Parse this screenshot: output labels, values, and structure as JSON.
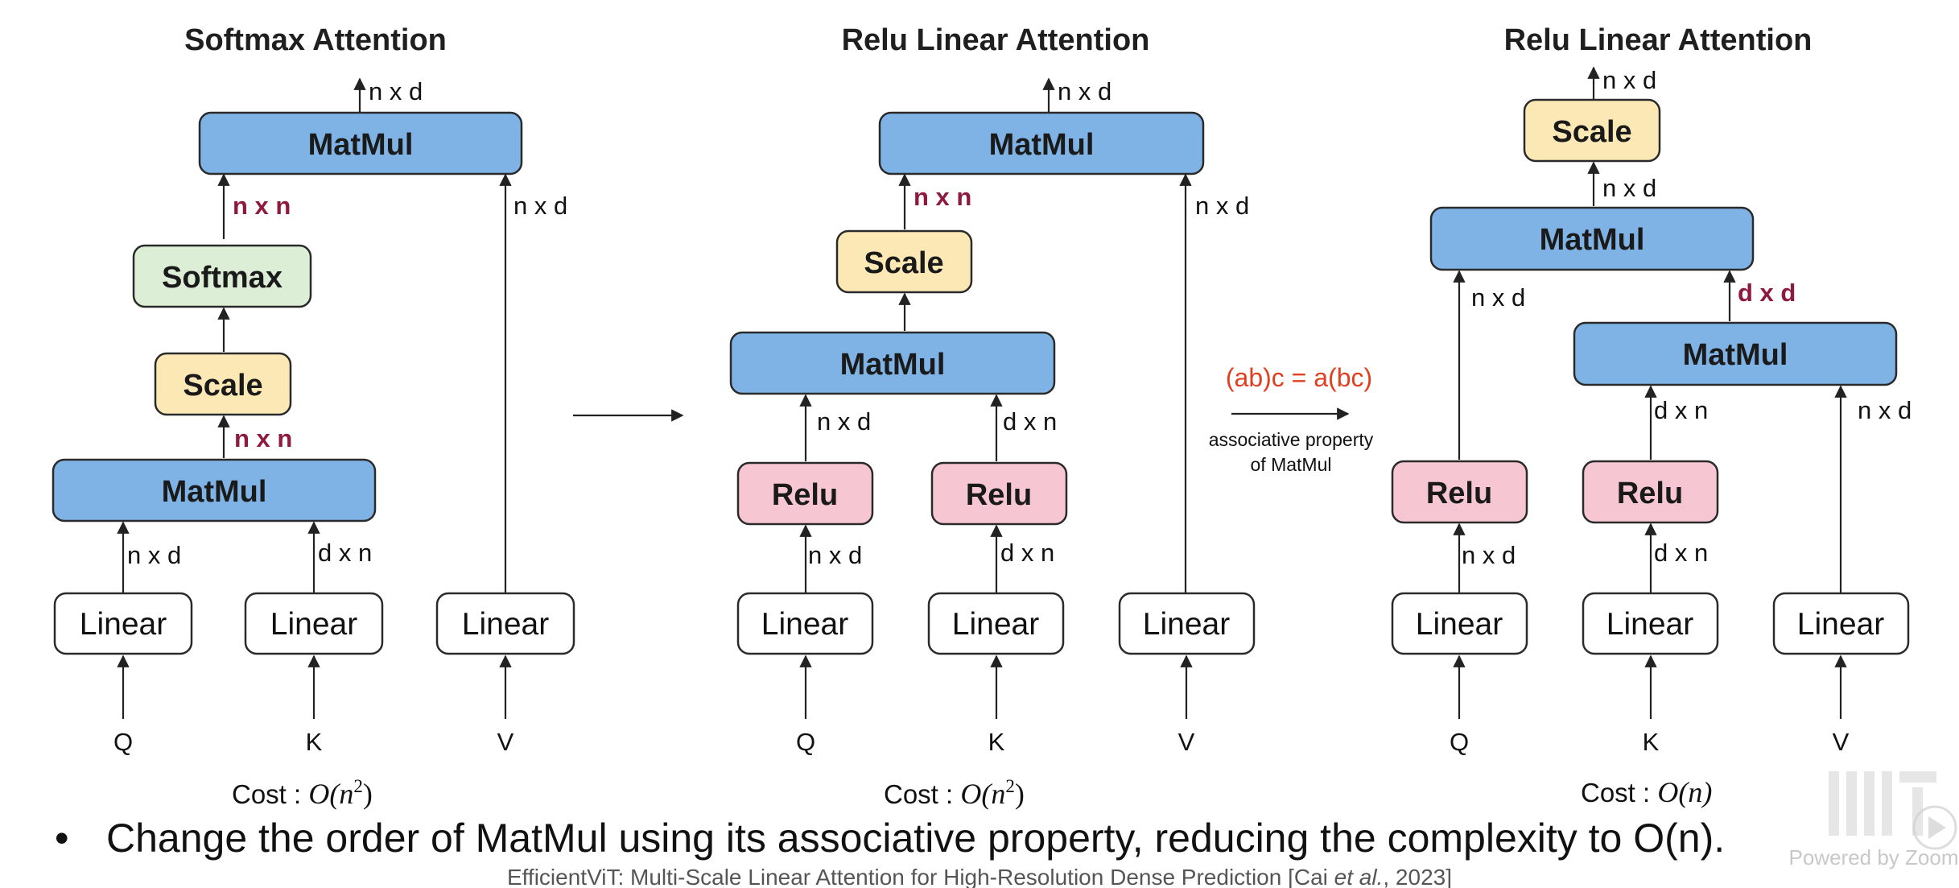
{
  "colors": {
    "matmul": "#7fb3e5",
    "softmax": "#dcefd6",
    "scale": "#fbe8b4",
    "relu": "#f6c6d3",
    "linear": "#ffffff",
    "dim_highlight": "#8e1a3e",
    "associative_equation": "#e0401f"
  },
  "panels": [
    {
      "title": "Softmax Attention",
      "cost_label": "Cost : ",
      "cost_base": "O(n",
      "cost_exp": "2",
      "cost_close": ")",
      "output_dim": "n x d",
      "boxes": {
        "matmul_top": "MatMul",
        "softmax": "Softmax",
        "scale": "Scale",
        "matmul_bottom": "MatMul",
        "linear_q": "Linear",
        "linear_k": "Linear",
        "linear_v": "Linear"
      },
      "dims": {
        "softmax_to_matmul": "n x n",
        "v_to_matmul": "n x d",
        "matmul_to_scale": "n x n",
        "q_to_matmul": "n x d",
        "k_to_matmul": "d x n"
      },
      "inputs": [
        "Q",
        "K",
        "V"
      ]
    },
    {
      "title": "Relu Linear Attention",
      "cost_label": "Cost : ",
      "cost_base": "O(n",
      "cost_exp": "2",
      "cost_close": ")",
      "output_dim": "n x d",
      "boxes": {
        "matmul_top": "MatMul",
        "scale": "Scale",
        "matmul_bottom": "MatMul",
        "relu_q": "Relu",
        "relu_k": "Relu",
        "linear_q": "Linear",
        "linear_k": "Linear",
        "linear_v": "Linear"
      },
      "dims": {
        "scale_to_matmul": "n x n",
        "v_to_matmul": "n x d",
        "relu_q_to_matmul": "n x d",
        "relu_k_to_matmul": "d x n",
        "linear_q_to_relu": "n x d",
        "linear_k_to_relu": "d x n"
      },
      "inputs": [
        "Q",
        "K",
        "V"
      ]
    },
    {
      "title": "Relu Linear Attention",
      "cost_label": "Cost : ",
      "cost_base": "O(n)",
      "cost_exp": "",
      "cost_close": "",
      "output_dim": "n x d",
      "boxes": {
        "scale": "Scale",
        "matmul_top": "MatMul",
        "matmul_bottom": "MatMul",
        "relu_q": "Relu",
        "relu_k": "Relu",
        "linear_q": "Linear",
        "linear_k": "Linear",
        "linear_v": "Linear"
      },
      "dims": {
        "matmul_to_scale": "n x d",
        "relu_q_to_matmul": "n x d",
        "matmul_bottom_to_top": "d x d",
        "relu_k_to_matmul": "d x n",
        "v_to_matmul": "n x d",
        "linear_q_to_relu": "n x d",
        "linear_k_to_relu": "d x n"
      },
      "inputs": [
        "Q",
        "K",
        "V"
      ]
    }
  ],
  "associative": {
    "equation": "(ab)c = a(bc)",
    "note_line1": "associative property",
    "note_line2": "of MatMul"
  },
  "bullet": {
    "symbol": "•",
    "text": "Change the order of MatMul using its associative property, reducing the complexity to O(n)."
  },
  "citation": {
    "before": "EfficientViT: Multi-Scale Linear Attention for High-Resolution Dense Prediction [Cai ",
    "emph": "et al.",
    "after": ", 2023]"
  },
  "watermark": {
    "text": "Powered by Zoom"
  }
}
